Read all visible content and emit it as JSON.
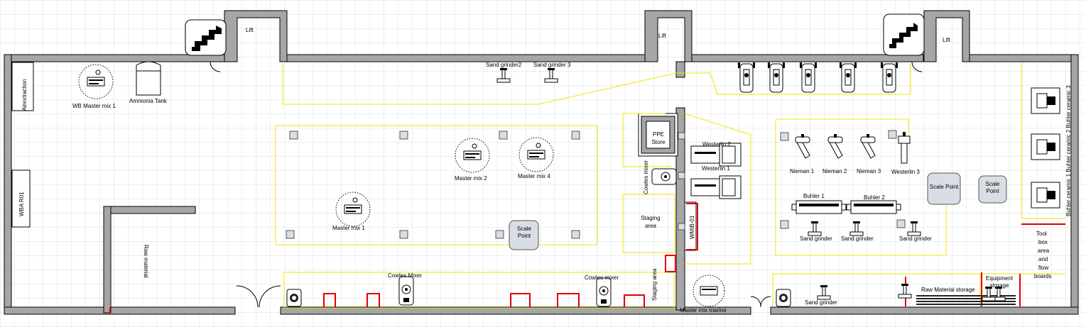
{
  "labels": {
    "lift_1": "Lift",
    "lift_2": "Lift",
    "lift_3": "Lift",
    "air_extraction": "Airextraction",
    "wba_r01": "WBA R01",
    "wb_master_mix_1": "WB Master mix 1",
    "ammonia_tank": "Ammonia Tank",
    "raw_material": "Raw material",
    "sand_grinder_2": "Sand grinder2",
    "sand_grinder_3": "Sand grinder 3",
    "master_mix_2": "Master mix 2",
    "master_mix_4": "Master mix 4",
    "master_mix_1": "Master mix 1",
    "scale_point_center": "Scale Point",
    "cowles_mixer_a": "Cowles Mixer",
    "cowles_mixer_b": "Cowles mixer",
    "ppe_store": "PPE Store",
    "cowles_mixer_vertical": "Cowles mixer",
    "staging_area_1": "Staging area",
    "staging_area_2": "Staging area",
    "wmib_01": "WMIB-01",
    "master_mix_marine": "Master mix marine",
    "westerlin_2": "Westerlin 2",
    "westerlin_1": "Westerlin 1",
    "nieman_1": "Nieman 1",
    "nieman_2": "Nieman 2",
    "nieman_3": "Nieman 3",
    "westerlin_3": "Westerlin 3",
    "scale_point_right_1": "Scale Point",
    "scale_point_right_2": "Scale Point",
    "buhler_1": "Buhler 1",
    "buhler_2": "Buhler 2",
    "sand_grinder_a": "Sand grinder",
    "sand_grinder_b": "Sand grinder",
    "sand_grinder_c": "Sand grinder",
    "sand_grinder_bottom": "Sand grinder",
    "raw_material_storage": "Raw Material storage",
    "equipment_storage": "Equipment storage",
    "tool_box_area": [
      "Tool",
      "box",
      "area",
      "and",
      "flow",
      "boards"
    ],
    "buhler_ceramic": "Buhler ceramic 1 Buhler ceramic 2 Buhler ceramic 3"
  },
  "colors": {
    "wall": "#a6a6a6",
    "zone_outline": "#f2e600",
    "restricted_outline": "#e00000",
    "scale_point_fill": "#d9dde4",
    "grid": "#dcdcdc"
  }
}
